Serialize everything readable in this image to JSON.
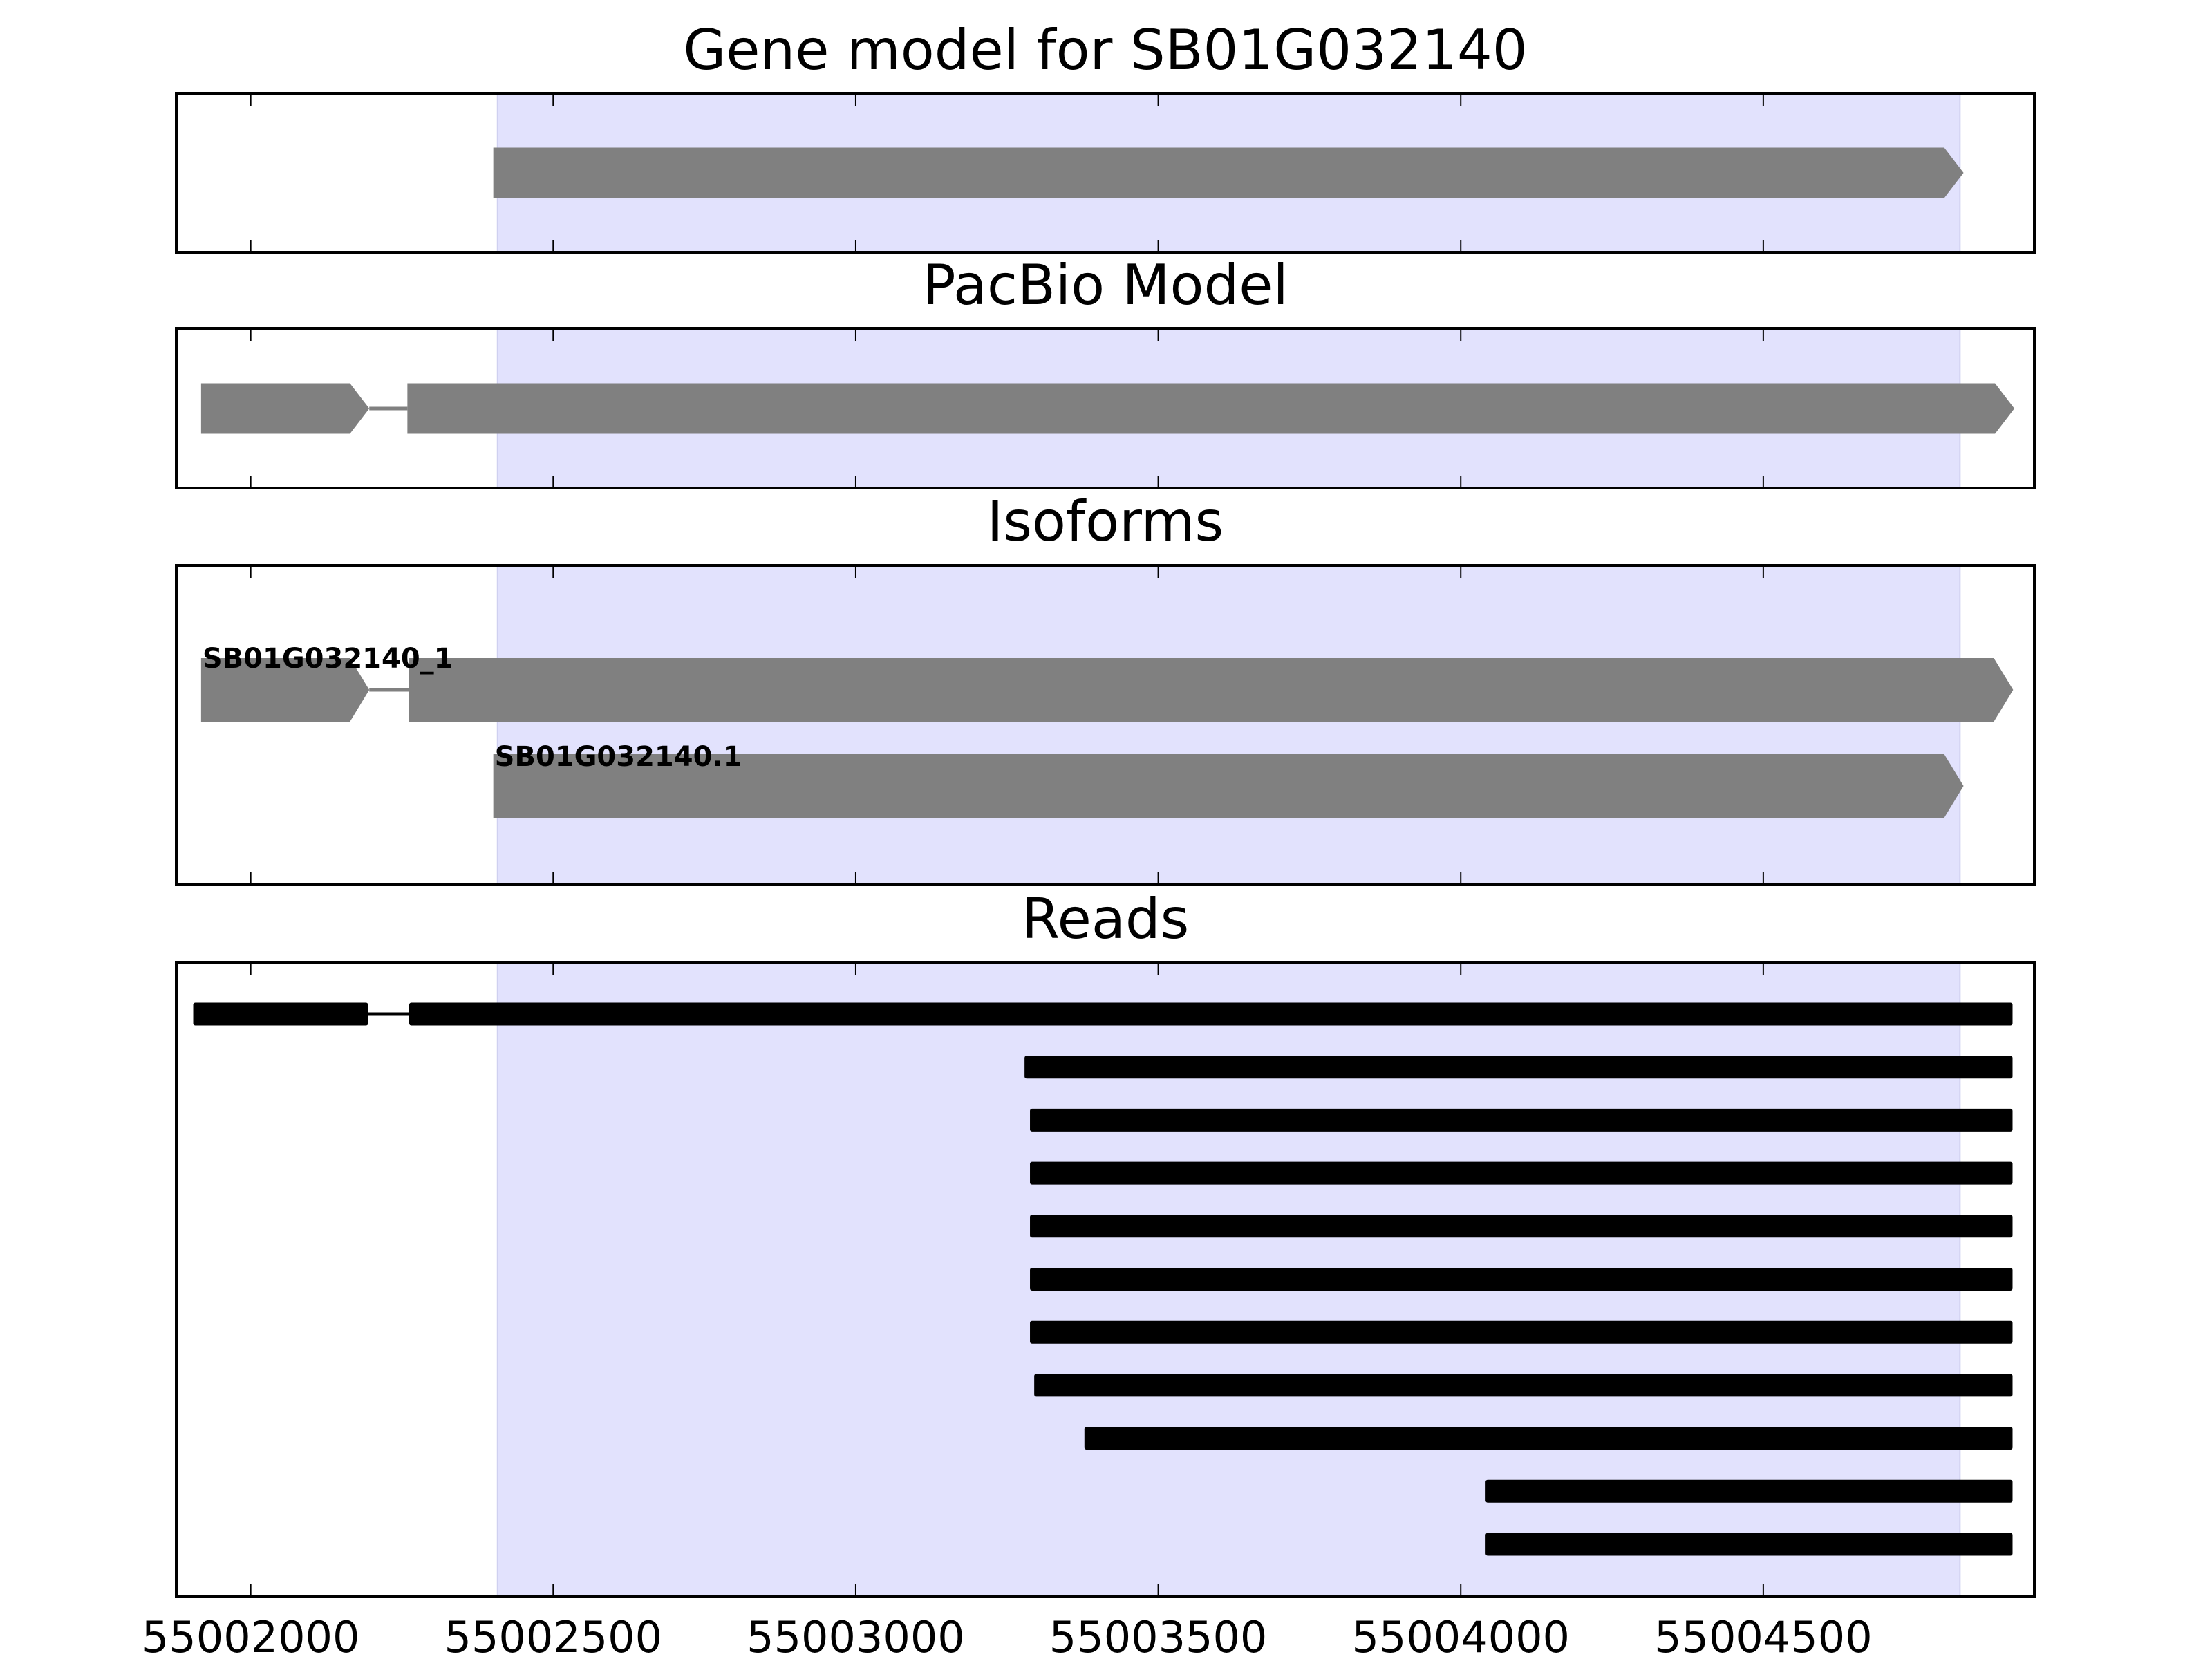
{
  "chart_data": {
    "type": "gene-track",
    "xlim": [
      55001877,
      55004948
    ],
    "xticks": [
      55002000,
      55002500,
      55003000,
      55003500,
      55004000,
      55004500
    ],
    "xtick_labels": [
      "55002000",
      "55002500",
      "55003000",
      "55003500",
      "55004000",
      "55004500"
    ],
    "highlight_region": [
      55002408,
      55004825
    ],
    "colors": {
      "highlight": "#e2e2fd",
      "feature": "#808080",
      "read": "#000000",
      "axis": "#000000"
    },
    "panels": [
      {
        "title": "Gene model for SB01G032140",
        "features": [
          {
            "label": "",
            "exons": [
              [
                55002401,
                55004831
              ]
            ]
          }
        ]
      },
      {
        "title": "PacBio Model",
        "features": [
          {
            "label": "",
            "exons": [
              [
                55001918,
                55002196
              ],
              [
                55002259,
                55004915
              ]
            ]
          }
        ]
      },
      {
        "title": "Isoforms",
        "features": [
          {
            "label": "SB01G032140_1",
            "exons": [
              [
                55001918,
                55002196
              ],
              [
                55002262,
                55004913
              ]
            ]
          },
          {
            "label": "SB01G032140.1",
            "exons": [
              [
                55002401,
                55004831
              ]
            ]
          }
        ]
      },
      {
        "title": "Reads",
        "reads": [
          [
            [
              55001905,
              55002194
            ],
            [
              55002262,
              55004912
            ]
          ],
          [
            [
              55003279,
              55004912
            ]
          ],
          [
            [
              55003288,
              55004912
            ]
          ],
          [
            [
              55003288,
              55004912
            ]
          ],
          [
            [
              55003288,
              55004912
            ]
          ],
          [
            [
              55003288,
              55004912
            ]
          ],
          [
            [
              55003288,
              55004912
            ]
          ],
          [
            [
              55003295,
              55004912
            ]
          ],
          [
            [
              55003378,
              55004912
            ]
          ],
          [
            [
              55004041,
              55004912
            ]
          ],
          [
            [
              55004041,
              55004912
            ]
          ]
        ]
      }
    ]
  }
}
